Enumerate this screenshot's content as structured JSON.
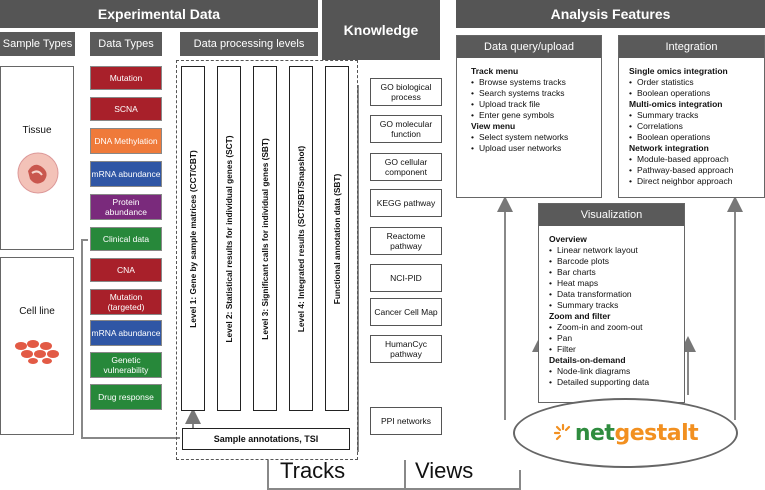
{
  "headers": {
    "experimental": "Experimental Data",
    "knowledge": "Knowledge",
    "analysis": "Analysis Features",
    "sample_types": "Sample Types",
    "data_types": "Data Types",
    "processing": "Data processing levels"
  },
  "samples": {
    "tissue": "Tissue",
    "cell_line": "Cell line"
  },
  "data_types": [
    {
      "label": "Mutation",
      "color": "#a8202a"
    },
    {
      "label": "SCNA",
      "color": "#a8202a"
    },
    {
      "label": "DNA Methylation",
      "color": "#ef7a3a"
    },
    {
      "label": "mRNA abundance",
      "color": "#2f56a5"
    },
    {
      "label": "Protein abundance",
      "color": "#7a2a7c"
    },
    {
      "label": "Clinical data",
      "color": "#27883a"
    },
    {
      "label": "CNA",
      "color": "#a8202a"
    },
    {
      "label": "Mutation (targeted)",
      "color": "#a8202a"
    },
    {
      "label": "mRNA abundance",
      "color": "#2f56a5"
    },
    {
      "label": "Genetic vulnerability",
      "color": "#27883a"
    },
    {
      "label": "Drug response",
      "color": "#27883a"
    }
  ],
  "levels": [
    "Level 1: Gene by sample matrices (CCT/CBT)",
    "Level 2: Statistical results for individual genes (SCT)",
    "Level 3: Significant calls for individual genes (SBT)",
    "Level 4: Integrated results (SCT/SBT/Snapshot)",
    "Functional annotation data (SBT)"
  ],
  "sample_annotations": "Sample annotations, TSI",
  "knowledge": [
    "GO biological process",
    "GO molecular function",
    "GO cellular component",
    "KEGG pathway",
    "Reactome pathway",
    "NCI-PID",
    "Cancer Cell Map",
    "HumanCyc pathway"
  ],
  "ppi": "PPI networks",
  "query": {
    "title": "Data query/upload",
    "sections": [
      {
        "head": "Track menu",
        "items": [
          "Browse systems tracks",
          "Search systems tracks",
          "Upload track file",
          "Enter gene symbols"
        ]
      },
      {
        "head": "View menu",
        "items": [
          "Select system networks",
          "Upload user networks"
        ]
      }
    ]
  },
  "integration": {
    "title": "Integration",
    "sections": [
      {
        "head": "Single omics integration",
        "items": [
          "Order statistics",
          "Boolean operations"
        ]
      },
      {
        "head": "Multi-omics integration",
        "items": [
          "Summary tracks",
          "Correlations",
          "Boolean operations"
        ]
      },
      {
        "head": "Network integration",
        "items": [
          "Module-based approach",
          "Pathway-based approach",
          "Direct neighbor approach"
        ]
      }
    ]
  },
  "visualization": {
    "title": "Visualization",
    "sections": [
      {
        "head": "Overview",
        "items": [
          "Linear network layout",
          "Barcode plots",
          "Bar charts",
          "Heat maps",
          "Data transformation",
          "Summary tracks"
        ]
      },
      {
        "head": "Zoom and filter",
        "items": [
          "Zoom-in and zoom-out",
          "Pan",
          "Filter"
        ]
      },
      {
        "head": "Details-on-demand",
        "items": [
          "Node-link diagrams",
          "Detailed supporting data"
        ]
      }
    ]
  },
  "logo": {
    "part1": "net",
    "part2": "gestalt"
  },
  "flows": {
    "tracks": "Tracks",
    "views": "Views"
  }
}
